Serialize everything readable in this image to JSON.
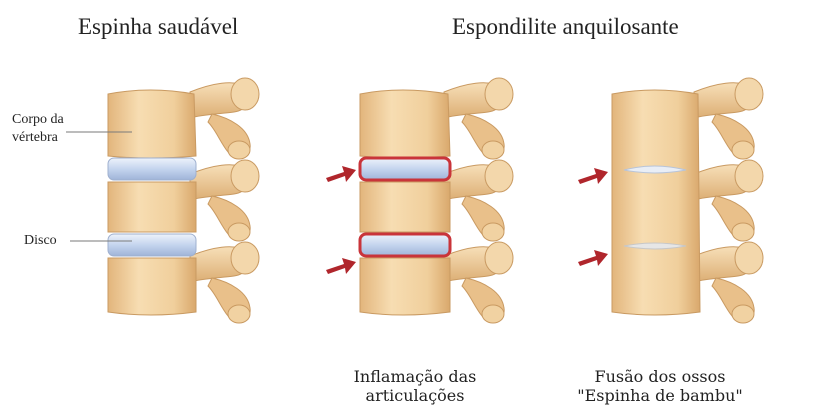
{
  "titles": {
    "healthy": "Espinha saudável",
    "ankylosing": "Espondilite anquilosante"
  },
  "labels": {
    "vertebral_body_line1": "Corpo da",
    "vertebral_body_line2": "vértebra",
    "disc": "Disco"
  },
  "captions": {
    "inflammation_line1": "Inflamação das",
    "inflammation_line2": "articulações",
    "fusion_line1": "Fusão dos ossos",
    "fusion_line2": "\"Espinha de bambu\""
  },
  "colors": {
    "bone": "#f2d2a2",
    "bone_shadow": "#dcae74",
    "disc": "#c7d6ee",
    "inflammation": "#c9343a",
    "arrow": "#b0262c"
  }
}
